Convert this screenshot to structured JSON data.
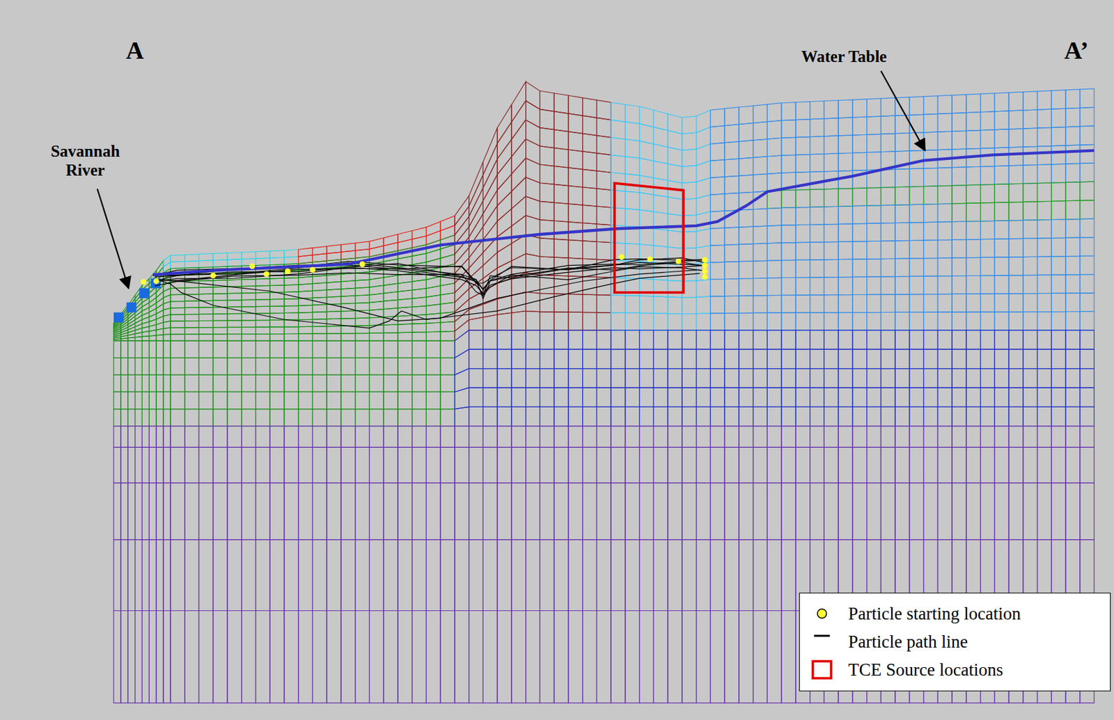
{
  "diagram": {
    "labels": [
      "A",
      "A’",
      "Savannah River",
      "Water Table"
    ],
    "legend": [
      {
        "text": "Particle starting location"
      },
      {
        "text": "Particle path line"
      },
      {
        "text": "TCE Source locations"
      }
    ]
  }
}
